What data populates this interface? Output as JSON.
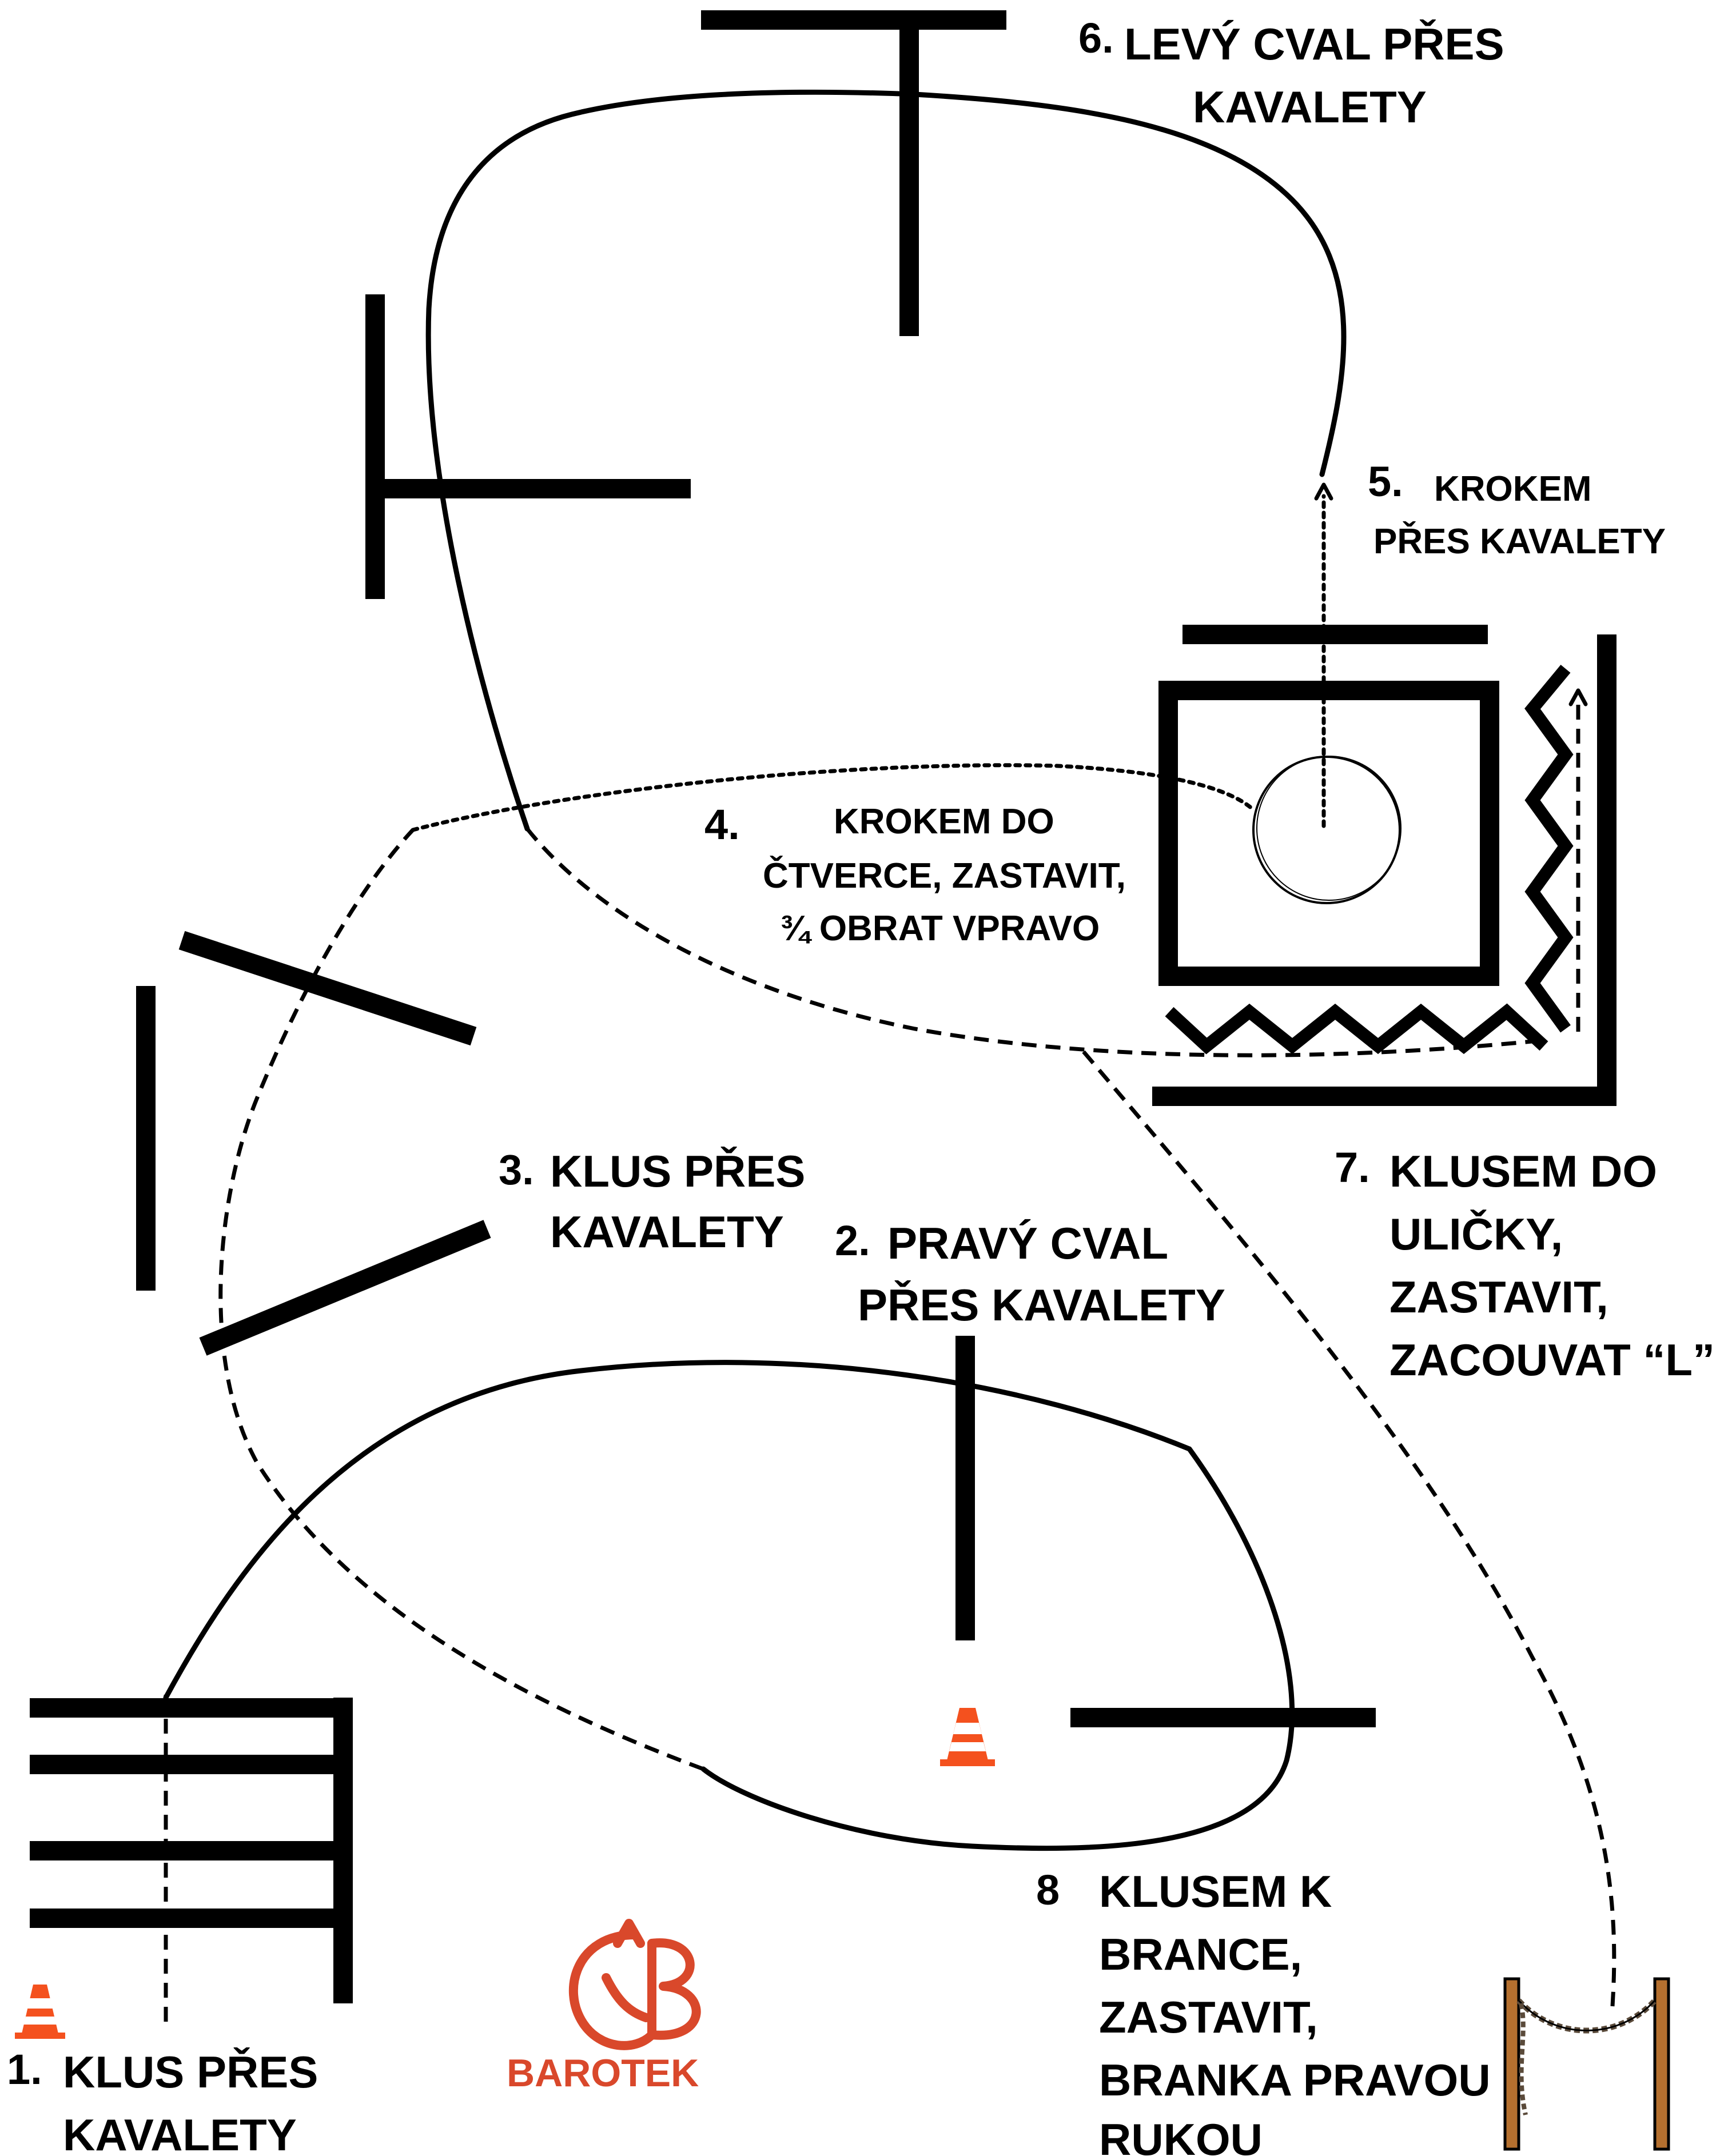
{
  "colors": {
    "ink": "#000000",
    "cone": "#f4511e",
    "brand": "#d9482b",
    "post": "#b5702f"
  },
  "steps": [
    {
      "number": "1.",
      "lines": [
        "KLUS PŘES",
        "KAVALETY"
      ]
    },
    {
      "number": "2.",
      "lines": [
        "PRAVÝ CVAL",
        "PŘES KAVALETY"
      ]
    },
    {
      "number": "3.",
      "lines": [
        "KLUS PŘES",
        "KAVALETY"
      ]
    },
    {
      "number": "4.",
      "lines": [
        "KROKEM DO",
        "ČTVERCE, ZASTAVIT,",
        "¾ OBRAT VPRAVO"
      ]
    },
    {
      "number": "5.",
      "lines": [
        "KROKEM",
        "PŘES KAVALETY"
      ]
    },
    {
      "number": "6.",
      "lines": [
        "LEVÝ CVAL PŘES",
        "KAVALETY"
      ]
    },
    {
      "number": "7.",
      "lines": [
        "KLUSEM DO",
        "ULIČKY,",
        "ZASTAVIT,",
        "ZACOUVAT “L”"
      ]
    },
    {
      "number": "8",
      "lines": [
        "KLUSEM K",
        "BRANCE,",
        "ZASTAVIT,",
        "BRANKA PRAVOU",
        "RUKOU"
      ]
    }
  ],
  "logo": {
    "text_left": "BAROT",
    "text_mid": "E",
    "text_right": "K",
    "mark": "horse-head-b-logo-icon"
  },
  "icons": {
    "cone": "traffic-cone-icon",
    "gate": "rope-gate-icon"
  }
}
